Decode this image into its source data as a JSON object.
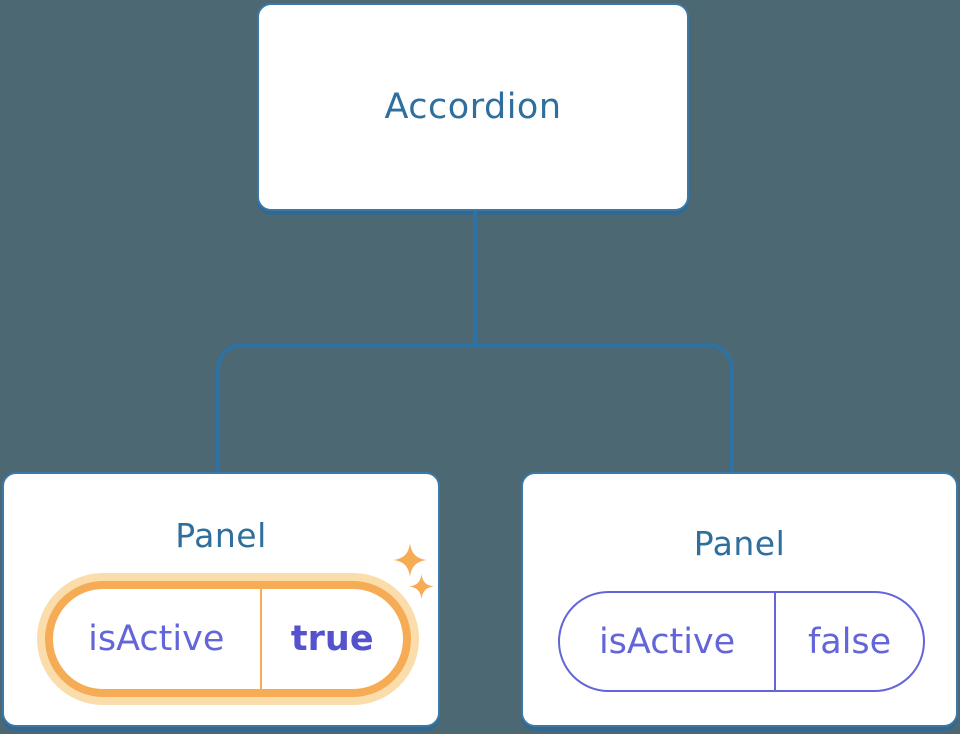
{
  "tree": {
    "root_label": "Accordion",
    "panels": [
      {
        "title": "Panel",
        "state_key": "isActive",
        "state_value": "true",
        "active": true,
        "highlighted": true
      },
      {
        "title": "Panel",
        "state_key": "isActive",
        "state_value": "false",
        "active": false,
        "highlighted": false
      }
    ]
  },
  "icons": {
    "sparkle_large": "sparkle-icon",
    "sparkle_small": "sparkle-icon"
  },
  "colors": {
    "background": "#4c6872",
    "node-border": "#3b78a6",
    "node-shadow": "#34688f",
    "connector": "#2e72a4",
    "node-text": "#2f6f9e",
    "state-text": "#6366d8",
    "state-value-active-text": "#5552cd",
    "highlight": "#f6ac55",
    "highlight-glow": "#fbdcab",
    "panel-bg": "#ffffff"
  }
}
